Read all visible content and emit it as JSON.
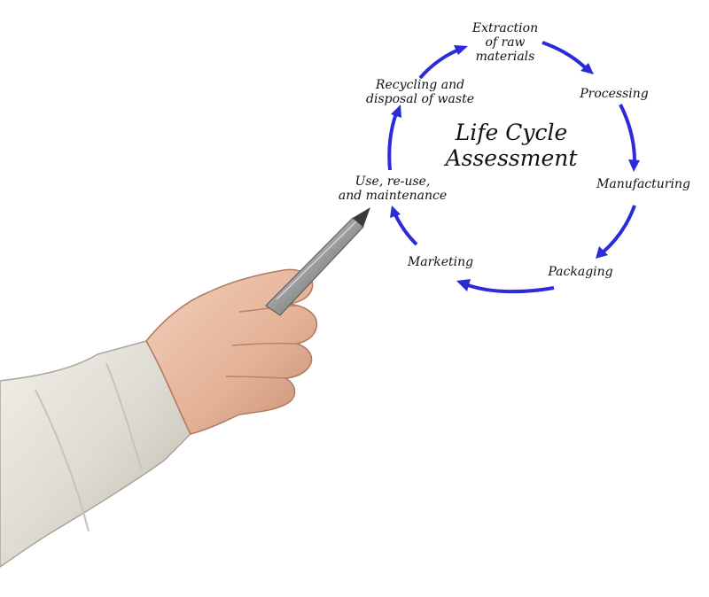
{
  "diagram": {
    "title": "Life Cycle\nAssessment",
    "arrow_color": "#2b2bd8",
    "stages": [
      {
        "id": "extraction",
        "label": "Extraction\nof raw\nmaterials"
      },
      {
        "id": "processing",
        "label": "Processing"
      },
      {
        "id": "manufacturing",
        "label": "Manufacturing"
      },
      {
        "id": "packaging",
        "label": "Packaging"
      },
      {
        "id": "marketing",
        "label": "Marketing"
      },
      {
        "id": "use",
        "label": "Use, re-use,\nand maintenance"
      },
      {
        "id": "recycling",
        "label": "Recycling and\ndisposal of waste"
      }
    ]
  },
  "photo": {
    "subject": "hand-holding-pen-icon"
  }
}
